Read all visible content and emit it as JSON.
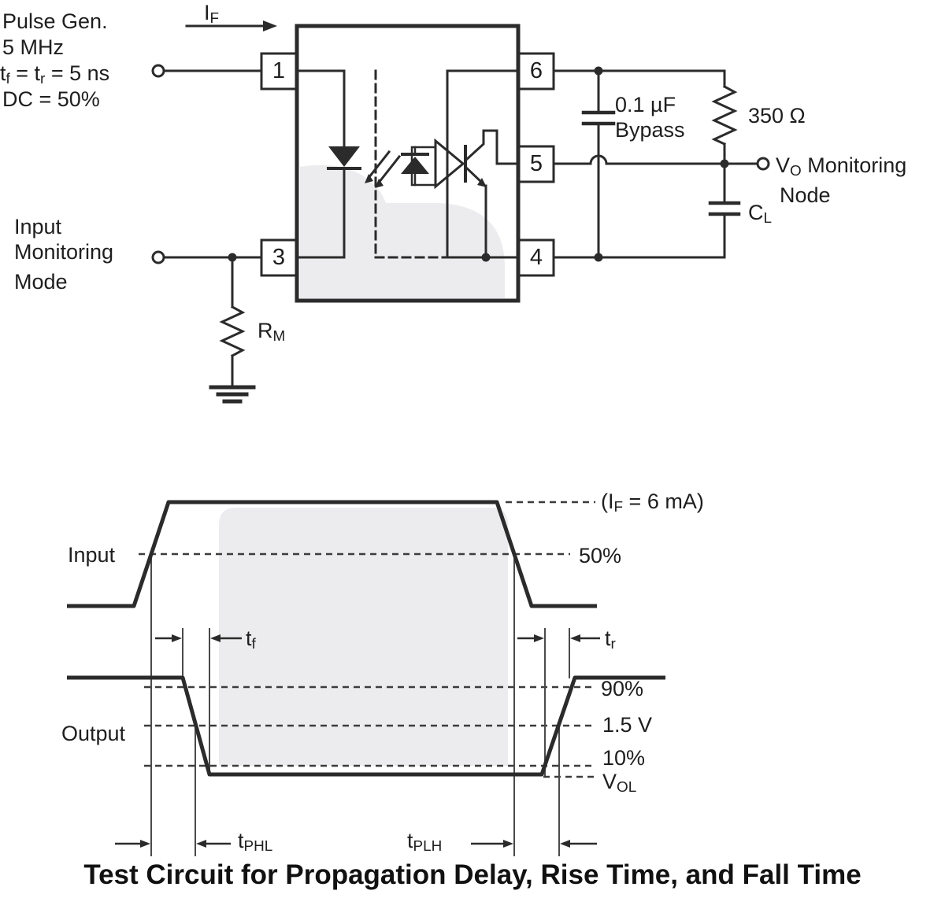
{
  "colors": {
    "line": "#2b2b2b",
    "thin": "#4a4a4a",
    "text": "#1e1e1e",
    "shade": "#ececef"
  },
  "pulse_gen": {
    "line1": "Pulse Gen.",
    "line2": "5 MHz",
    "line3": [
      {
        "t": "t"
      },
      {
        "t": "f",
        "s": true
      },
      {
        "t": " = t"
      },
      {
        "t": "r",
        "s": true
      },
      {
        "t": " = 5 ns"
      }
    ],
    "line4": "DC = 50%"
  },
  "if_label": [
    {
      "t": "I"
    },
    {
      "t": "F",
      "s": true
    }
  ],
  "input_monitoring": {
    "line1": "Input",
    "line2": "Monitoring",
    "line3": "Mode"
  },
  "pins": {
    "p1": "1",
    "p3": "3",
    "p4": "4",
    "p5": "5",
    "p6": "6"
  },
  "components": {
    "bypass_value": "0.1 µF",
    "bypass_name": "Bypass",
    "pullup_resistor": "350 Ω",
    "vo_node_line1": [
      {
        "t": "V"
      },
      {
        "t": "O",
        "s": true
      },
      {
        "t": " Monitoring"
      }
    ],
    "vo_node_line2": "Node",
    "load_cap": [
      {
        "t": "C"
      },
      {
        "t": "L",
        "s": true
      }
    ],
    "input_resistor": [
      {
        "t": "R"
      },
      {
        "t": "M",
        "s": true
      }
    ]
  },
  "waveform": {
    "input_label": "Input",
    "output_label": "Output",
    "if_level": [
      {
        "t": "(I"
      },
      {
        "t": "F",
        "s": true
      },
      {
        "t": " = 6 mA)"
      }
    ],
    "pct50": "50%",
    "pct90": "90%",
    "v15": "1.5 V",
    "pct10": "10%",
    "vol": [
      {
        "t": "V"
      },
      {
        "t": "OL",
        "s": true
      }
    ],
    "tf": [
      {
        "t": "t"
      },
      {
        "t": "f",
        "s": true
      }
    ],
    "tr": [
      {
        "t": "t"
      },
      {
        "t": "r",
        "s": true
      }
    ],
    "tphl": [
      {
        "t": "t"
      },
      {
        "t": "PHL",
        "s": true
      }
    ],
    "tplh": [
      {
        "t": "t"
      },
      {
        "t": "PLH",
        "s": true
      }
    ]
  },
  "caption": "Test Circuit for Propagation Delay, Rise Time, and Fall Time"
}
